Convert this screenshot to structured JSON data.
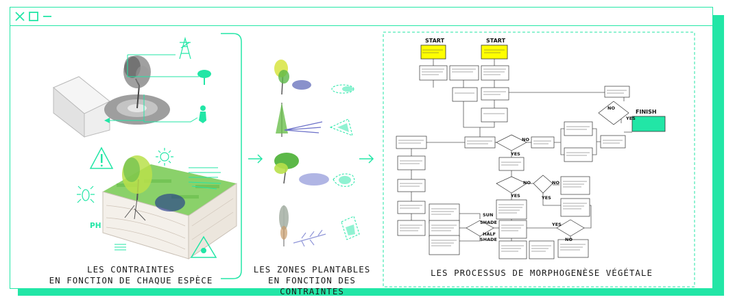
{
  "captions": {
    "left_line1": "LES CONTRAINTES",
    "left_line2": "EN FONCTION DE CHAQUE ESPÈCE",
    "middle_line1": "LES ZONES PLANTABLES",
    "middle_line2": "EN FONCTION DES CONTRAINTES",
    "right_line1": "LES PROCESSUS DE MORPHOGENÈSE VÉGÉTALE"
  },
  "illustration": {
    "ph_label": "PH"
  },
  "flowchart": {
    "start_1": "START",
    "start_2": "START",
    "finish": "FINISH",
    "no_1": "NO",
    "yes_1": "YES",
    "no_2": "NO",
    "yes_2": "YES",
    "no_3": "NO",
    "yes_3": "YES",
    "no_4": "NO",
    "yes_4": "YES",
    "no_5": "NO",
    "sun": "SUN",
    "shade": "SHADE",
    "half": "HALF",
    "half_shade": "SHADE"
  },
  "colors": {
    "accent": "#22e6a6",
    "start_box": "#ffff00",
    "finish_box": "#22e6a6"
  }
}
